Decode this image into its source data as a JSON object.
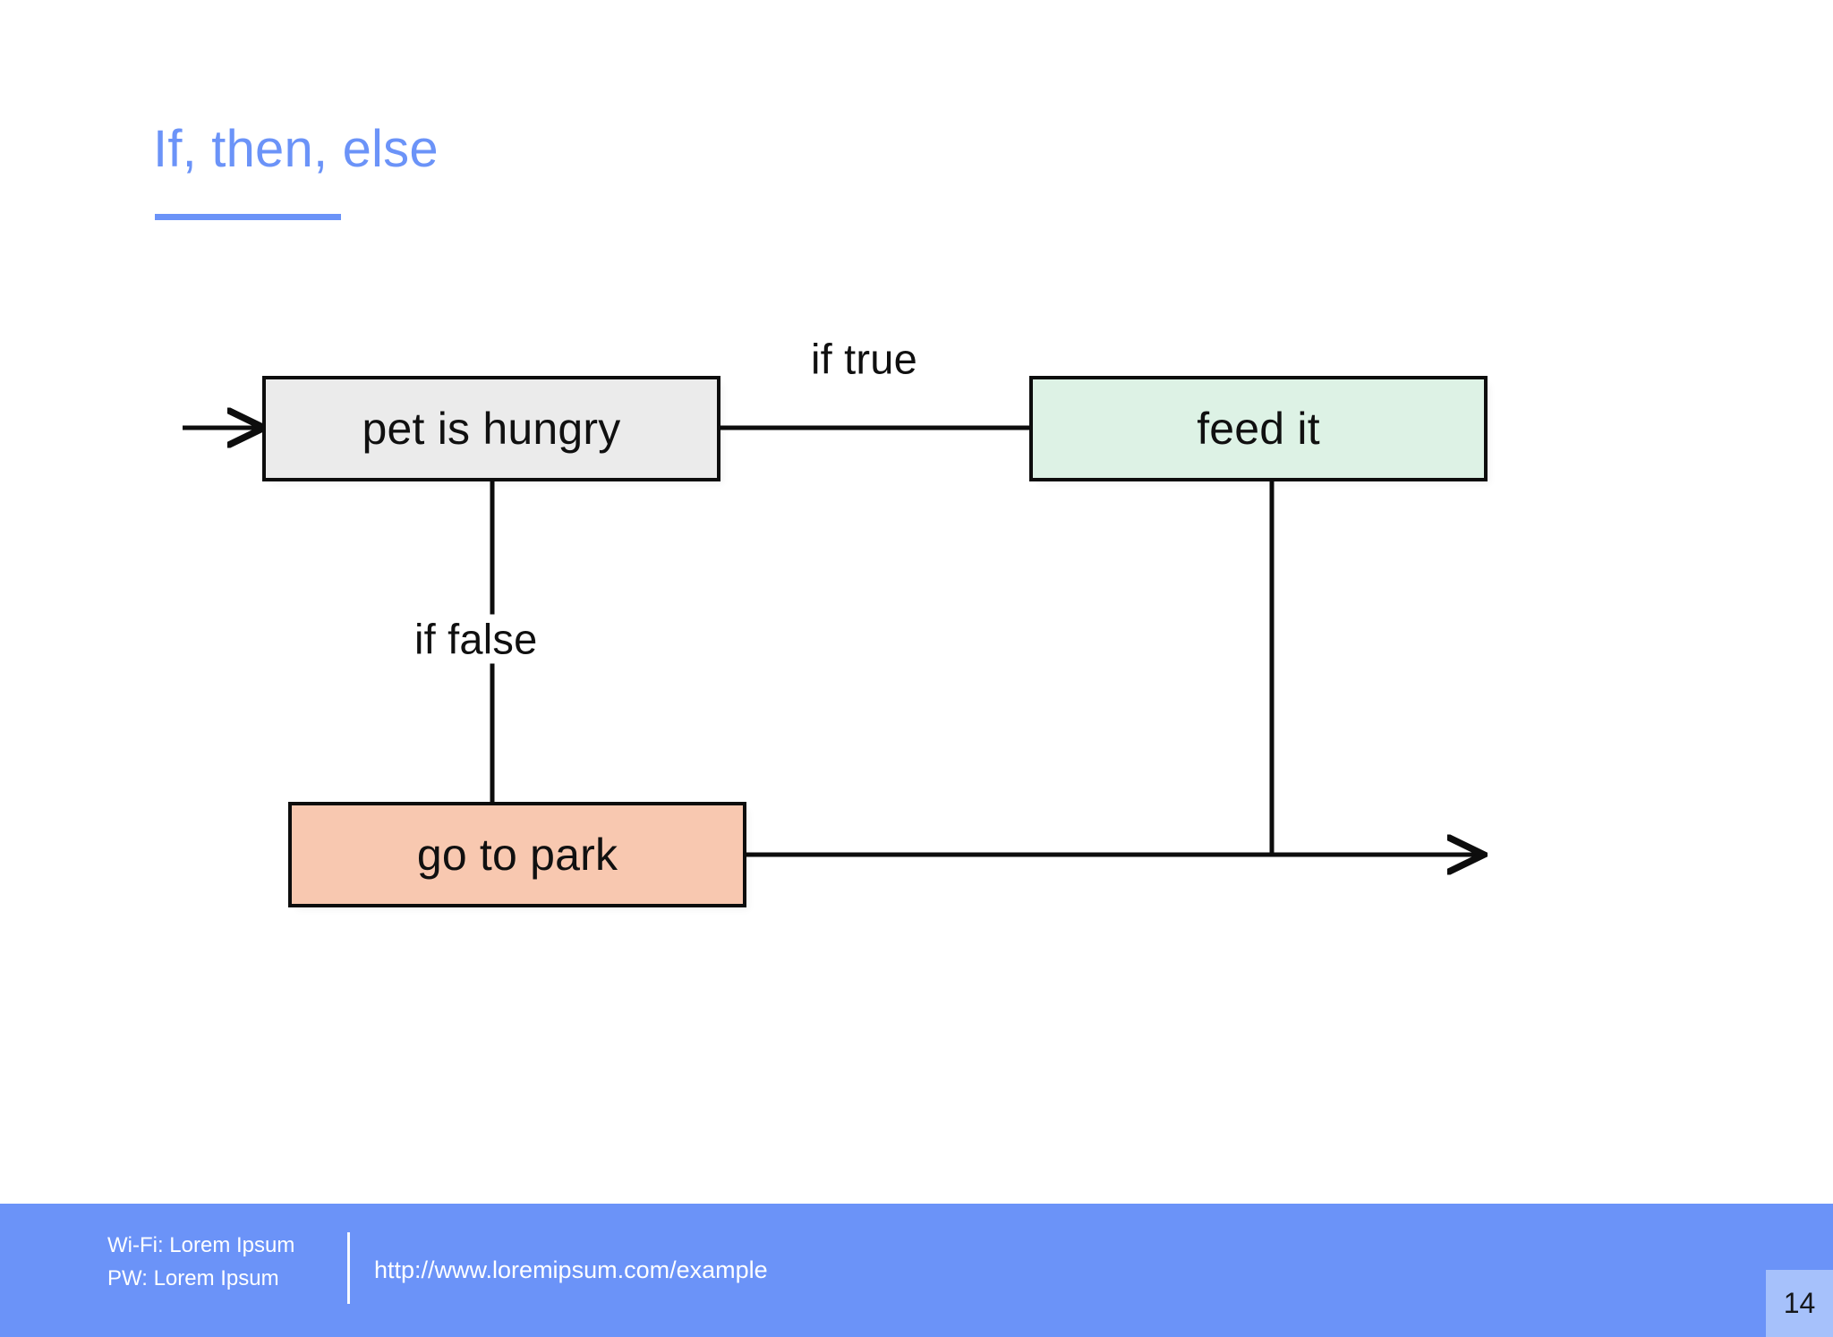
{
  "slide": {
    "title": "If, then, else",
    "page_number": "14",
    "accent_color": "#6b93f8",
    "background_color": "#ffffff"
  },
  "diagram": {
    "type": "flowchart",
    "nodes": [
      {
        "id": "condition",
        "label": "pet is hungry",
        "shape": "rectangle",
        "fill": "#ebebeb",
        "stroke": "#0d0d0d"
      },
      {
        "id": "then-branch",
        "label": "feed it",
        "shape": "rectangle",
        "fill": "#ddf2e5",
        "stroke": "#0d0d0d"
      },
      {
        "id": "else-branch",
        "label": "go to park",
        "shape": "rectangle",
        "fill": "#f8c8b0",
        "stroke": "#0d0d0d"
      }
    ],
    "edges": [
      {
        "from": "entry",
        "to": "condition",
        "label": "",
        "arrow": true
      },
      {
        "from": "condition",
        "to": "then-branch",
        "label": "if true",
        "arrow": false
      },
      {
        "from": "condition",
        "to": "else-branch",
        "label": "if false",
        "arrow": false
      },
      {
        "from": "then-branch",
        "to": "exit",
        "label": "",
        "arrow": false
      },
      {
        "from": "else-branch",
        "to": "exit",
        "label": "",
        "arrow": true
      }
    ],
    "edge_labels": {
      "true": "if true",
      "false": "if false"
    }
  },
  "footer": {
    "wifi_line": "Wi-Fi: Lorem Ipsum",
    "password_line": "PW: Lorem Ipsum",
    "url": "http://www.loremipsum.com/example",
    "background_color": "#6b93f8"
  }
}
